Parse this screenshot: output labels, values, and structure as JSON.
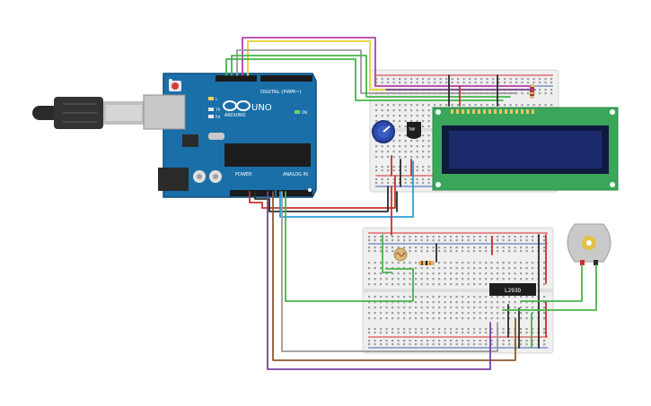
{
  "board": {
    "logo": "ARDUINO",
    "model": "UNO",
    "header_digital": "DIGITAL (PWM~)",
    "header_power": "POWER",
    "header_analog": "ANALOG IN",
    "label_on": "ON",
    "label_tx": "TX",
    "label_rx": "RX",
    "label_l": "L"
  },
  "sensor": {
    "label": "TMP"
  },
  "driver": {
    "label": "L293D"
  },
  "colors": {
    "board": "#1a6fa8",
    "board_edge": "#0f4f7c",
    "lcd_pcb": "#3aa65a",
    "lcd_screen": "#1c2b6b",
    "breadboard": "#efefef",
    "rail_red": "#d42b2b",
    "rail_blue": "#3b63b5",
    "wire_magenta": "#b43ea6",
    "wire_yellow": "#e5d22a",
    "wire_green": "#45b54a",
    "wire_gray": "#9a9a9a",
    "wire_red": "#c9302c",
    "wire_black": "#2b2b2b",
    "wire_blue": "#2b9ed6",
    "wire_brown": "#8b5a2b",
    "wire_purple": "#7b3fa0"
  }
}
